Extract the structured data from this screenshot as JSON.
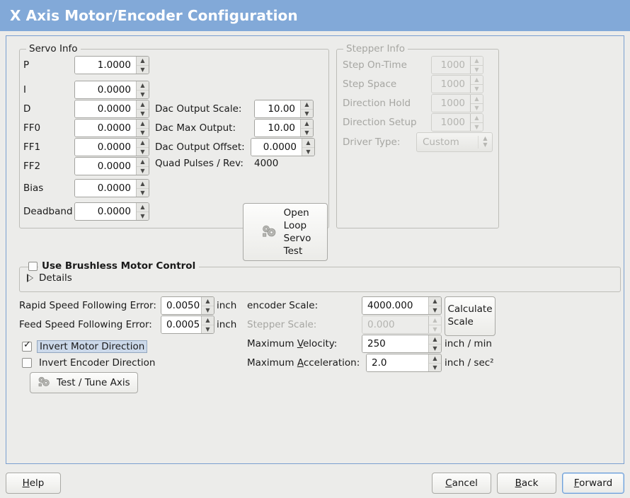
{
  "window": {
    "title": "X Axis Motor/Encoder Configuration"
  },
  "servo": {
    "legend": "Servo Info",
    "rows": [
      {
        "label": "P",
        "value": "1.0000"
      },
      {
        "label": "I",
        "value": "0.0000"
      },
      {
        "label": "D",
        "value": "0.0000"
      },
      {
        "label": "FF0",
        "value": "0.0000"
      },
      {
        "label": "FF1",
        "value": "0.0000"
      },
      {
        "label": "FF2",
        "value": "0.0000"
      },
      {
        "label": "Bias",
        "value": "0.0000"
      },
      {
        "label": "Deadband",
        "value": "0.0000"
      }
    ],
    "dac": [
      {
        "label": "Dac Output Scale:",
        "value": "10.00"
      },
      {
        "label": "Dac Max Output:",
        "value": "10.00"
      },
      {
        "label": "Dac Output Offset:",
        "value": "0.0000"
      }
    ],
    "quad_label": "Quad Pulses / Rev:",
    "quad_value": "4000",
    "open_loop_button": [
      "Open",
      "Loop",
      "Servo",
      "Test"
    ]
  },
  "stepper": {
    "legend": "Stepper Info",
    "rows": [
      {
        "label": "Step On-Time",
        "value": "1000"
      },
      {
        "label": "Step Space",
        "value": "1000"
      },
      {
        "label": "Direction Hold",
        "value": "1000"
      },
      {
        "label": "Direction Setup",
        "value": "1000"
      }
    ],
    "driver_label": "Driver Type:",
    "driver_value": "Custom"
  },
  "brushless": {
    "checkbox_label": "Use Brushless Motor Control",
    "details_label": "Details"
  },
  "following": {
    "rapid_label": "Rapid Speed Following Error:",
    "rapid_value": "0.0050",
    "rapid_unit": "inch",
    "feed_label": "Feed Speed Following Error:",
    "feed_value": "0.0005",
    "feed_unit": "inch",
    "invert_motor_label": "Invert Motor Direction",
    "invert_encoder_label": "Invert Encoder Direction",
    "test_tune_label": "Test / Tune Axis"
  },
  "scale": {
    "encoder_label": "encoder Scale:",
    "encoder_value": "4000.000",
    "stepper_label": "Stepper Scale:",
    "stepper_value": "0.000",
    "calculate_button": [
      "Calculate",
      "Scale"
    ],
    "max_velocity_value": "250",
    "max_velocity_unit": "inch / min",
    "max_accel_value": "2.0",
    "max_accel_unit": "inch / sec²"
  },
  "footer": {
    "help": "Help",
    "cancel": "Cancel",
    "back": "Back",
    "forward": "Forward"
  }
}
